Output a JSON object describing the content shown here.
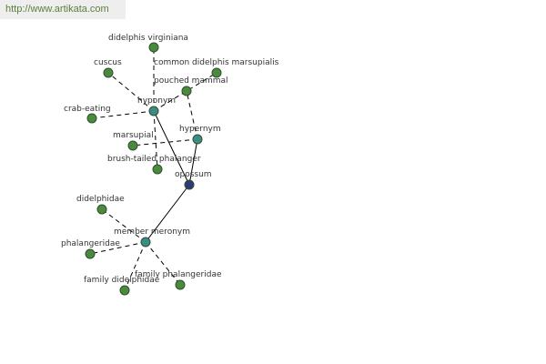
{
  "url": "http://www.artikata.com",
  "colors": {
    "background": "#ffffff",
    "leaf_node": "#4a8a3c",
    "relation_node": "#3c8c86",
    "center_node": "#2c3a7a",
    "node_stroke": "#2f4f2f",
    "edge": "#000000"
  },
  "graph": {
    "center": {
      "id": "opossum",
      "label": "opossum",
      "kind": "center"
    },
    "relations": [
      {
        "id": "hyponym",
        "label": "hyponym",
        "kind": "relation"
      },
      {
        "id": "hypernym",
        "label": "hypernym",
        "kind": "relation"
      },
      {
        "id": "member-meronym",
        "label": "member meronym",
        "kind": "relation"
      }
    ],
    "leaves": [
      {
        "id": "didelphis-virginiana",
        "label": "didelphis virginiana",
        "relation": "hyponym"
      },
      {
        "id": "cuscus",
        "label": "cuscus",
        "relation": "hyponym"
      },
      {
        "id": "common-didelphis-marsupialis",
        "label": "common didelphis marsupialis",
        "relation": "hyponym"
      },
      {
        "id": "pouched-mammal",
        "label": "pouched mammal",
        "relation": "hypernym"
      },
      {
        "id": "crab-eating",
        "label": "crab-eating",
        "relation": "hyponym"
      },
      {
        "id": "marsupial",
        "label": "marsupial",
        "relation": "hypernym"
      },
      {
        "id": "brush-tailed-phalanger",
        "label": "brush-tailed phalanger",
        "relation": "hyponym"
      },
      {
        "id": "didelphidae",
        "label": "didelphidae",
        "relation": "member-meronym"
      },
      {
        "id": "phalangeridae",
        "label": "phalangeridae",
        "relation": "member-meronym"
      },
      {
        "id": "family-phalangeridae",
        "label": "family phalangeridae",
        "relation": "member-meronym"
      },
      {
        "id": "family-didelphidae",
        "label": "family didelphidae",
        "relation": "member-meronym"
      }
    ]
  }
}
